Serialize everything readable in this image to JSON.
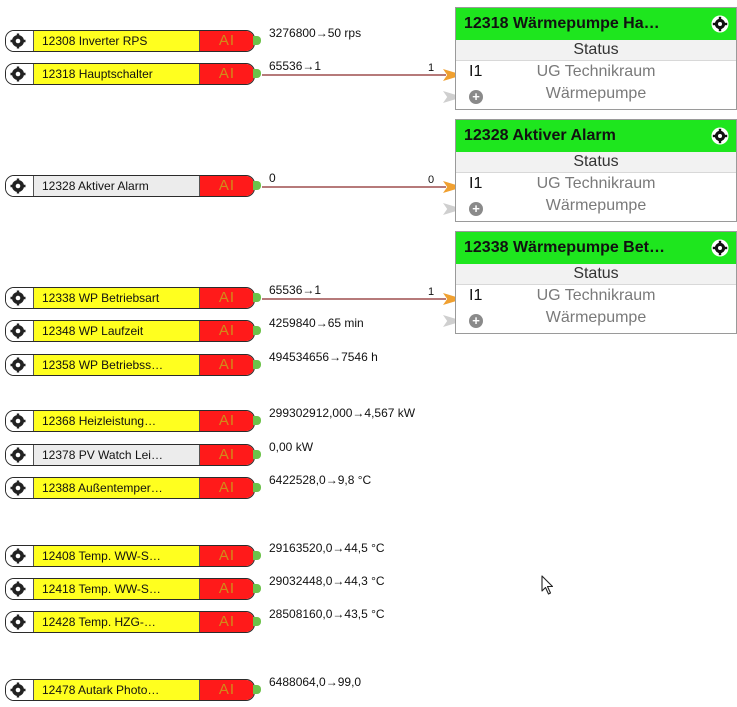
{
  "blocks": [
    {
      "name": "12308 Inverter RPS",
      "badge": "AI",
      "color": "yellow",
      "value": "3276800→50 rps"
    },
    {
      "name": "12318 Hauptschalter",
      "badge": "AI",
      "color": "yellow",
      "value": "65536→1"
    },
    {
      "name": "12328 Aktiver Alarm",
      "badge": "AI",
      "color": "gray",
      "value": "0"
    },
    {
      "name": "12338 WP Betriebsart",
      "badge": "AI",
      "color": "yellow",
      "value": "65536→1"
    },
    {
      "name": "12348 WP Laufzeit",
      "badge": "AI",
      "color": "yellow",
      "value": "4259840→65 min"
    },
    {
      "name": "12358  WP  Betriebss…",
      "badge": "AI",
      "color": "yellow",
      "value": "494534656→7546 h"
    },
    {
      "name": "12368  Heizleistung…",
      "badge": "AI",
      "color": "yellow",
      "value": "299302912,000→4,567 kW"
    },
    {
      "name": "12378 PV Watch Lei…",
      "badge": "AI",
      "color": "gray",
      "value": "0,00 kW"
    },
    {
      "name": "12388  Außentemper…",
      "badge": "AI",
      "color": "yellow",
      "value": "6422528,0→9,8 °C"
    },
    {
      "name": "12408  Temp.  WW-S…",
      "badge": "AI",
      "color": "yellow",
      "value": "29163520,0→44,5 °C"
    },
    {
      "name": "12418  Temp.  WW-S…",
      "badge": "AI",
      "color": "yellow",
      "value": "29032448,0→44,3 °C"
    },
    {
      "name": "12428  Temp.  HZG-…",
      "badge": "AI",
      "color": "yellow",
      "value": "28508160,0→43,5 °C"
    },
    {
      "name": "12478  Autark  Photo…",
      "badge": "AI",
      "color": "yellow",
      "value": "6488064,0→99,0"
    }
  ],
  "panels": [
    {
      "title": "12318  Wärmepumpe  Ha…",
      "status": "Status",
      "input_label": "I1",
      "input_value": "UG Technikraum",
      "add_value": "Wärmepumpe",
      "wire_in": "1"
    },
    {
      "title": "12328 Aktiver Alarm",
      "status": "Status",
      "input_label": "I1",
      "input_value": "UG Technikraum",
      "add_value": "Wärmepumpe",
      "wire_in": "0"
    },
    {
      "title": "12338  Wärmepumpe  Bet…",
      "status": "Status",
      "input_label": "I1",
      "input_value": "UG Technikraum",
      "add_value": "Wärmepumpe",
      "wire_in": "1"
    }
  ],
  "colors": {
    "yellow": "#ffff1f",
    "gray": "#ececec",
    "badge": "#ff1a1a",
    "header": "#1ee61e",
    "wire": "#8b2a2a"
  },
  "icons": {
    "block": "gear-icon",
    "panel": "gear-icon",
    "add": "plus-circle-icon",
    "connector": "input-arrow-icon",
    "cursor": "mouse-pointer-icon"
  }
}
